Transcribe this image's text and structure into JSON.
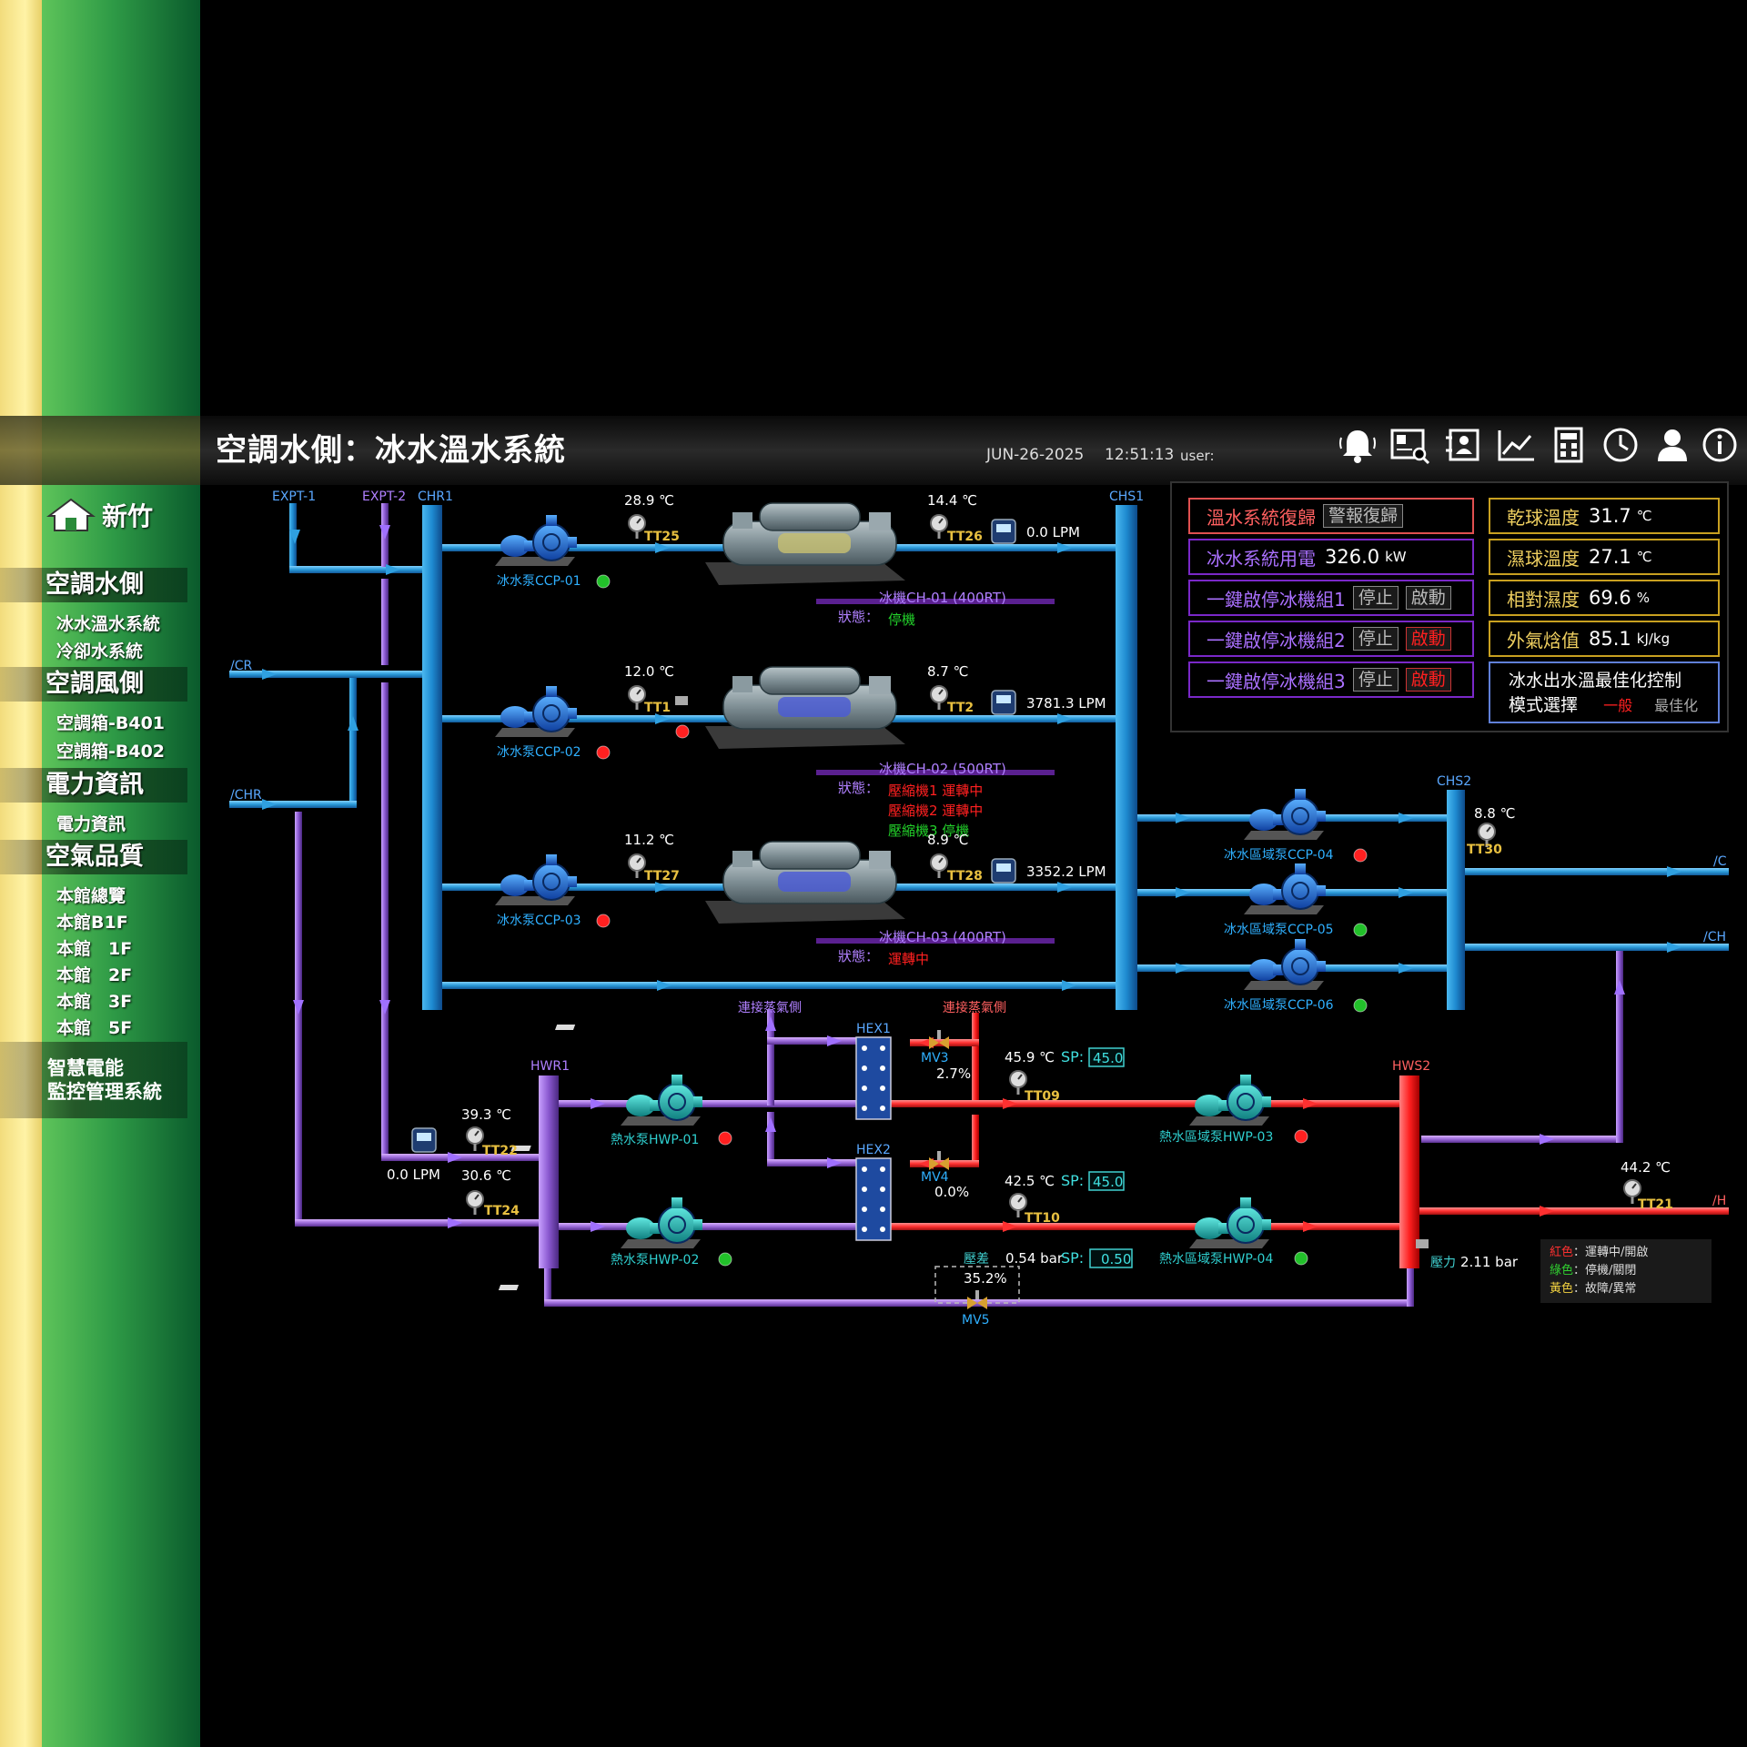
{
  "sidebar": {
    "brand": "新竹",
    "sections": [
      {
        "title": "空調水側",
        "items": [
          "冰水溫水系統",
          "冷卻水系統"
        ]
      },
      {
        "title": "空調風側",
        "items": [
          "空調箱-B401",
          "空調箱-B402"
        ]
      },
      {
        "title": "電力資訊",
        "items": [
          "電力資訊"
        ]
      },
      {
        "title": "空氣品質",
        "items": [
          "本館總覽",
          "本館B1F",
          "本館　1F",
          "本館　2F",
          "本館　3F",
          "本館　5F"
        ]
      }
    ],
    "smart_line1": "智慧電能",
    "smart_line2": "監控管理系統"
  },
  "header": {
    "title": "空調水側：冰水溫水系統",
    "date": "JUN-26-2025",
    "time": "12:51:13",
    "user": "user:",
    "icons": [
      "alarm-bell-icon",
      "report-search-icon",
      "contacts-icon",
      "trend-chart-icon",
      "calculator-icon",
      "clock-icon",
      "user-icon",
      "info-icon"
    ]
  },
  "panel": {
    "hot_reset_label": "溫水系統復歸",
    "hot_reset_btn": "警報復歸",
    "power_label": "冰水系統用電",
    "power_value": "326.0",
    "power_unit": "kW",
    "group1_label": "一鍵啟停冰機組1",
    "group2_label": "一鍵啟停冰機組2",
    "group3_label": "一鍵啟停冰機組3",
    "stop_btn": "停止",
    "start_btn": "啟動",
    "dry_label": "乾球溫度",
    "dry_value": "31.7",
    "dry_unit": "℃",
    "wet_label": "濕球溫度",
    "wet_value": "27.1",
    "wet_unit": "℃",
    "rh_label": "相對濕度",
    "rh_value": "69.6",
    "rh_unit": "%",
    "enth_label": "外氣焓值",
    "enth_value": "85.1",
    "enth_unit": "kJ/kg",
    "opt_line1": "冰水出水溫最佳化控制",
    "opt_line2": "模式選擇",
    "opt_normal": "一般",
    "opt_best": "最佳化"
  },
  "diagram": {
    "headers": {
      "expt1": "EXPT-1",
      "expt2": "EXPT-2",
      "chr1": "CHR1",
      "chs1": "CHS1",
      "chs2": "CHS2",
      "hwr1": "HWR1",
      "hws2": "HWS2",
      "hex1": "HEX1",
      "hex2": "HEX2",
      "cr": "/CR",
      "chr": "/CHR",
      "c": "/C",
      "ch": "/CH",
      "h": "/H",
      "steam1": "連接蒸氣側",
      "steam2": "連接蒸氣側"
    },
    "chillers": [
      {
        "name": "冰機CH-01 (400RT)",
        "state_label": "狀態：",
        "state": [
          "停機"
        ],
        "in_temp": "28.9 ℃",
        "in_tag": "TT25",
        "out_temp": "14.4 ℃",
        "out_tag": "TT26",
        "flow": "0.0 LPM",
        "pump": "冰水泵CCP-01"
      },
      {
        "name": "冰機CH-02 (500RT)",
        "state_label": "狀態：",
        "state": [
          "壓縮機1 運轉中",
          "壓縮機2 運轉中",
          "壓縮機3 停機"
        ],
        "in_temp": "12.0 ℃",
        "in_tag": "TT1",
        "out_temp": "8.7 ℃",
        "out_tag": "TT2",
        "flow": "3781.3 LPM",
        "pump": "冰水泵CCP-02"
      },
      {
        "name": "冰機CH-03 (400RT)",
        "state_label": "狀態：",
        "state": [
          "運轉中"
        ],
        "in_temp": "11.2 ℃",
        "in_tag": "TT27",
        "out_temp": "8.9 ℃",
        "out_tag": "TT28",
        "flow": "3352.2 LPM",
        "pump": "冰水泵CCP-03"
      }
    ],
    "zone_pumps": [
      "冰水區域泵CCP-04",
      "冰水區域泵CCP-05",
      "冰水區域泵CCP-06"
    ],
    "chs2_temp": "8.8 ℃",
    "chs2_tag": "TT30",
    "hot": {
      "tt22_temp": "39.3 ℃",
      "tt22_tag": "TT22",
      "tt24_temp": "30.6 ℃",
      "tt24_tag": "TT24",
      "flow": "0.0 LPM",
      "hwp01": "熱水泵HWP-01",
      "hwp02": "熱水泵HWP-02",
      "hwp03": "熱水區域泵HWP-03",
      "hwp04": "熱水區域泵HWP-04",
      "mv3": "MV3",
      "mv3_pct": "2.7%",
      "mv4": "MV4",
      "mv4_pct": "0.0%",
      "mv5": "MV5",
      "mv5_pct": "35.2%",
      "tt09_temp": "45.9 ℃",
      "tt09_tag": "TT09",
      "tt10_temp": "42.5 ℃",
      "tt10_tag": "TT10",
      "sp_label": "SP:",
      "sp1": "45.0",
      "sp2": "45.0",
      "dp_label": "壓差",
      "dp_value": "0.54 bar",
      "dp_sp": "0.50",
      "pressure_label": "壓力",
      "pressure_value": "2.11 bar",
      "tt21_temp": "44.2 ℃",
      "tt21_tag": "TT21"
    }
  },
  "legend": {
    "red_key": "紅色",
    "red_val": "：運轉中/開啟",
    "green_key": "綠色",
    "green_val": "：停機/關閉",
    "yellow_key": "黃色",
    "yellow_val": "：故障/異常"
  },
  "colors": {
    "cold": "#2fa0e0",
    "hot": "#ff3a3a",
    "return": "#9a6ad8",
    "tag": "#e8c040",
    "run": "#ff2020",
    "stop": "#22c02a"
  }
}
